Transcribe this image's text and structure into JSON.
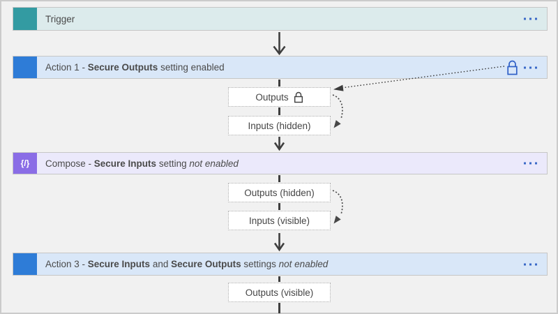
{
  "canvas": {
    "background": "#f1f1f1",
    "border_color": "#cbcbcb"
  },
  "colors": {
    "trigger_icon": "#339ba2",
    "trigger_bar_bg": "#dcebec",
    "action_icon": "#2e7cd7",
    "action_bar_bg": "#d9e7f8",
    "compose_icon": "#8a6de6",
    "compose_bar_bg": "#ebe9fb",
    "ellipsis_dots": "#3a69c7",
    "lock_badge": "#2e5fc6",
    "box_lock": "#3f3f3f",
    "connector": "#3e3e3e"
  },
  "icons": {
    "trigger_icon": "teal-square",
    "action_icon": "blue-square",
    "compose_icon_glyph": "{/}",
    "lock_icon": "padlock",
    "more_options_icon": "ellipsis"
  },
  "nodes": {
    "trigger": {
      "title": "Trigger"
    },
    "action1": {
      "parts": [
        {
          "text": "Action 1 - "
        },
        {
          "text": "Secure Outputs",
          "bold": true
        },
        {
          "text": " setting enabled"
        }
      ]
    },
    "compose": {
      "parts": [
        {
          "text": "Compose - "
        },
        {
          "text": "Secure Inputs",
          "bold": true
        },
        {
          "text": " setting "
        },
        {
          "text": "not enabled",
          "italic": true
        }
      ]
    },
    "action3": {
      "parts": [
        {
          "text": "Action 3 - "
        },
        {
          "text": "Secure Inputs",
          "bold": true
        },
        {
          "text": " and "
        },
        {
          "text": "Secure Outputs",
          "bold": true
        },
        {
          "text": " settings "
        },
        {
          "text": "not enabled",
          "italic": true
        }
      ]
    }
  },
  "io_boxes": {
    "action1_outputs": {
      "label": "Outputs",
      "lock": true
    },
    "action1_inputs": {
      "label": "Inputs (hidden)"
    },
    "compose_outputs": {
      "label": "Outputs (hidden)"
    },
    "compose_inputs": {
      "label": "Inputs (visible)"
    },
    "action3_outputs": {
      "label": "Outputs (visible)"
    }
  }
}
